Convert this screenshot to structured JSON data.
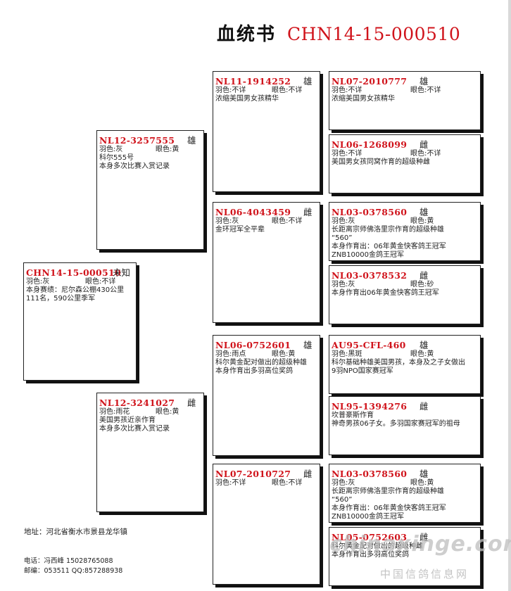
{
  "header": {
    "title": "血统书",
    "ring": "CHN14-15-000510"
  },
  "labels": {
    "feather": "羽色:",
    "eye": "眼色:"
  },
  "subject": {
    "ring": "CHN14-15-000510",
    "sex": "未知",
    "feather": "灰",
    "eye": "不详",
    "notes": [
      "本身赛绩：尼尔森公棚430公里",
      "111名，590公里季军"
    ]
  },
  "sire": {
    "ring": "NL12-3257555",
    "sex": "雄",
    "feather": "灰",
    "eye": "黄",
    "notes": [
      "科尔555号",
      "本身多次比赛入赏记录"
    ]
  },
  "dam": {
    "ring": "NL12-3241027",
    "sex": "雌",
    "feather": "雨花",
    "eye": "黄",
    "notes": [
      "美国男孩近亲作育",
      "本身多次比赛入赏记录"
    ]
  },
  "ss": {
    "ring": "NL11-1914252",
    "sex": "雄",
    "feather": "不详",
    "eye": "不详",
    "notes": [
      "浓缩美国男女孩精华"
    ]
  },
  "sd": {
    "ring": "NL06-4043459",
    "sex": "雌",
    "feather": "灰",
    "eye": "不详",
    "notes": [
      "金环冠军全平辈"
    ]
  },
  "ds": {
    "ring": "NL06-0752601",
    "sex": "雄",
    "feather": "雨点",
    "eye": "黄",
    "notes": [
      "科尔黄金配对做出的超级种雄",
      "本身作育出多羽高位奖鸽"
    ]
  },
  "dd": {
    "ring": "NL07-2010727",
    "sex": "雌",
    "feather": "不详",
    "eye": "不详",
    "notes": []
  },
  "sss": {
    "ring": "NL07-2010777",
    "sex": "雄",
    "feather": "不详",
    "eye": "不详",
    "notes": [
      "浓缩美国男女孩精华"
    ]
  },
  "ssd": {
    "ring": "NL06-1268099",
    "sex": "雌",
    "feather": "不详",
    "eye": "不详",
    "notes": [
      "美国男女孩同窝作育的超级种雌"
    ]
  },
  "sds": {
    "ring": "NL03-0378560",
    "sex": "雄",
    "feather": "灰",
    "eye": "黄",
    "notes": [
      "长距离宗师佛洛里宗作育的超级种雄",
      "“560”",
      "本身作育出：06年黄金快客鸽王冠军",
      "ZNB10000金鸽王冠军"
    ]
  },
  "sdd": {
    "ring": "NL03-0378532",
    "sex": "雌",
    "feather": "灰",
    "eye": "砂",
    "notes": [
      "本身作育出06年黄金快客鸽王冠军"
    ]
  },
  "dss": {
    "ring": "AU95-CFL-460",
    "sex": "雄",
    "feather": "黑斑",
    "eye": "黄",
    "notes": [
      "科尔基础种雄美国男孩，本身及之子女做出",
      "9羽NPO国家赛冠军"
    ]
  },
  "dsd": {
    "ring": "NL95-1394276",
    "sex": "雌",
    "feather": "",
    "eye": "",
    "notes": [
      "坎普豪斯作育",
      " 神奇男孩06子女。多羽国家赛冠军的祖母"
    ]
  },
  "dds": {
    "ring": "NL03-0378560",
    "sex": "雄",
    "feather": "灰",
    "eye": "黄",
    "notes": [
      "长距离宗师佛洛里宗作育的超级种雄",
      "“560”",
      "本身作育出：06年黄金快客鸽王冠军",
      "ZNB10000金鸽王冠军"
    ]
  },
  "ddd": {
    "ring": "NL05-0752603",
    "sex": "雌",
    "feather": "",
    "eye": "",
    "notes": [
      "科尔黄金配对做出的超级种雌",
      "本身作育出多羽高位奖鸽"
    ]
  },
  "contact": {
    "address": "地址：河北省衡水市景县龙华镇",
    "phone": "电话：冯西峰  15028765088",
    "postal": "邮编：053511     QQ:857288938"
  },
  "watermark": {
    "url": "chinaxinge.com",
    "cn": "中国信鸽信息网"
  }
}
